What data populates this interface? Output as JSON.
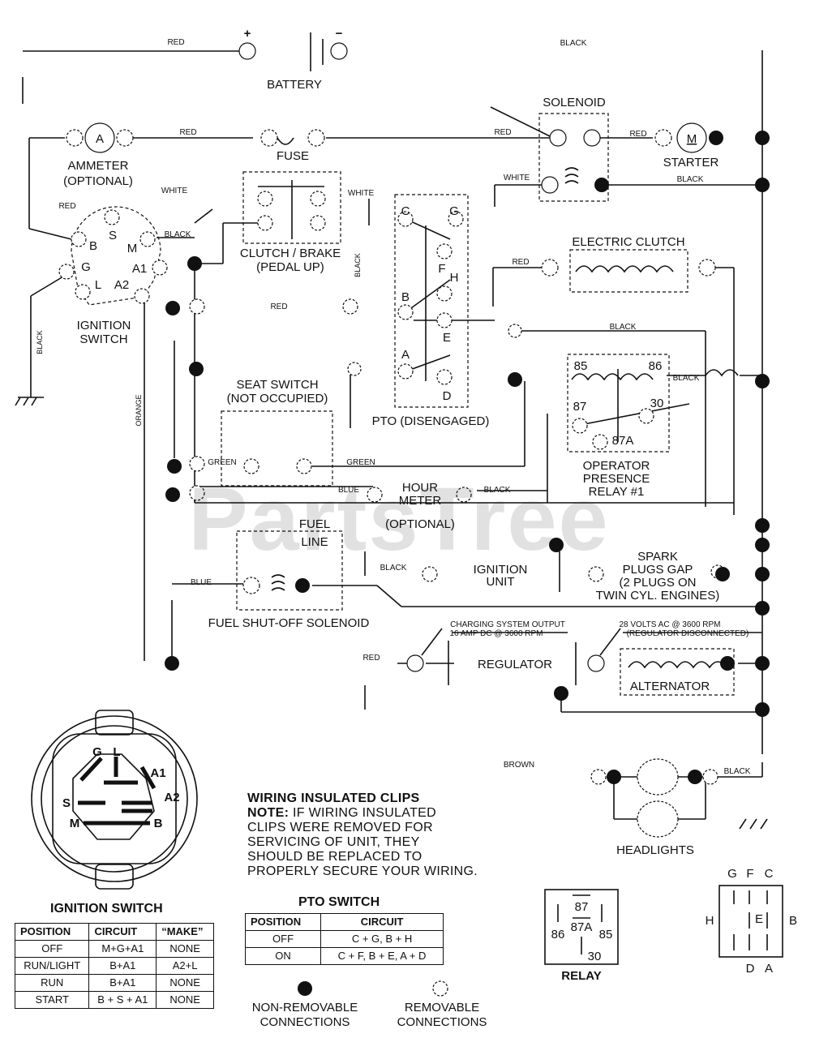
{
  "watermark": "PartsTree",
  "components": {
    "battery": "BATTERY",
    "battery_pos": "+",
    "battery_neg": "−",
    "ammeter": "AMMETER",
    "ammeter_optional": "(OPTIONAL)",
    "ammeter_symbol": "A",
    "fuse": "FUSE",
    "solenoid": "SOLENOID",
    "starter": "STARTER",
    "starter_symbol": "M",
    "clutch_brake": "CLUTCH / BRAKE",
    "pedal_up": "(PEDAL UP)",
    "electric_clutch": "ELECTRIC CLUTCH",
    "ignition_switch_l1": "IGNITION",
    "ignition_switch_l2": "SWITCH",
    "seat_switch": "SEAT SWITCH",
    "not_occupied": "(NOT OCCUPIED)",
    "pto_disengaged": "PTO (DISENGAGED)",
    "hour_meter_l1": "HOUR",
    "hour_meter_l2": "METER",
    "hour_meter_optional": "(OPTIONAL)",
    "operator_relay_l1": "OPERATOR",
    "operator_relay_l2": "PRESENCE",
    "operator_relay_l3": "RELAY #1",
    "fuel_line_l1": "FUEL",
    "fuel_line_l2": "LINE",
    "fuel_solenoid": "FUEL SHUT-OFF SOLENOID",
    "ignition_unit_l1": "IGNITION",
    "ignition_unit_l2": "UNIT",
    "spark_l1": "SPARK",
    "spark_l2": "PLUGS GAP",
    "spark_l3": "(2 PLUGS ON",
    "spark_l4": "TWIN CYL. ENGINES)",
    "regulator": "REGULATOR",
    "alternator": "ALTERNATOR",
    "charging_l1": "CHARGING SYSTEM OUTPUT",
    "charging_l2": "16 AMP DC @ 3600 RPM",
    "volts_l1": "28 VOLTS AC @ 3600 RPM",
    "volts_l2": "(REGULATOR DISCONNECTED)",
    "headlights": "HEADLIGHTS"
  },
  "terminals": {
    "ign": [
      "B",
      "S",
      "M",
      "G",
      "A1",
      "L",
      "A2"
    ],
    "pto": [
      "C",
      "G",
      "F",
      "H",
      "B",
      "E",
      "A",
      "D"
    ],
    "relay": [
      "85",
      "86",
      "87",
      "30",
      "87A"
    ]
  },
  "wires": {
    "red": "RED",
    "black": "BLACK",
    "white": "WHITE",
    "green": "GREEN",
    "blue": "BLUE",
    "orange": "ORANGE",
    "brown": "BROWN",
    "blue_alt": "BLUE"
  },
  "ignition_face": {
    "title": "IGNITION SWITCH",
    "letters": [
      "G",
      "L",
      "A1",
      "A2",
      "S",
      "M",
      "B"
    ]
  },
  "ignition_table": {
    "headers": [
      "POSITION",
      "CIRCUIT",
      "“MAKE”"
    ],
    "rows": [
      [
        "OFF",
        "M+G+A1",
        "NONE"
      ],
      [
        "RUN/LIGHT",
        "B+A1",
        "A2+L"
      ],
      [
        "RUN",
        "B+A1",
        "NONE"
      ],
      [
        "START",
        "B + S + A1",
        "NONE"
      ]
    ]
  },
  "note": {
    "title": "WIRING INSULATED CLIPS",
    "prefix": "NOTE:",
    "lines": [
      "IF WIRING INSULATED",
      "CLIPS WERE REMOVED FOR",
      "SERVICING OF UNIT, THEY",
      "SHOULD BE REPLACED TO",
      "PROPERLY SECURE YOUR WIRING."
    ]
  },
  "pto_table": {
    "title": "PTO SWITCH",
    "headers": [
      "POSITION",
      "CIRCUIT"
    ],
    "rows": [
      [
        "OFF",
        "C + G, B + H"
      ],
      [
        "ON",
        "C + F, B + E, A + D"
      ]
    ]
  },
  "relay_icon": {
    "title": "RELAY",
    "pins": [
      "87",
      "86",
      "87A",
      "85",
      "30"
    ]
  },
  "pto_icon": {
    "top": [
      "G",
      "F",
      "C"
    ],
    "left": "H",
    "center": "E",
    "right": "B",
    "bottom": [
      "D",
      "A"
    ]
  },
  "legend": {
    "non_removable_l1": "NON-REMOVABLE",
    "non_removable_l2": "CONNECTIONS",
    "removable_l1": "REMOVABLE",
    "removable_l2": "CONNECTIONS"
  }
}
